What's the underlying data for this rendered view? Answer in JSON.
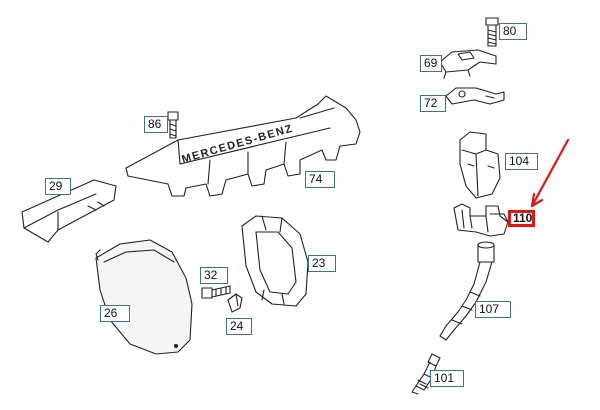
{
  "diagram": {
    "cover_lettering": "MERCEDES-BENZ",
    "highlight_color": "#e01515",
    "label_border_color": "#3d6f9f",
    "callouts": {
      "c80": "80",
      "c69": "69",
      "c72": "72",
      "c86": "86",
      "c104": "104",
      "c29": "29",
      "c74": "74",
      "c110": "110",
      "c23": "23",
      "c32": "32",
      "c107": "107",
      "c26": "26",
      "c24": "24",
      "c101": "101"
    }
  }
}
